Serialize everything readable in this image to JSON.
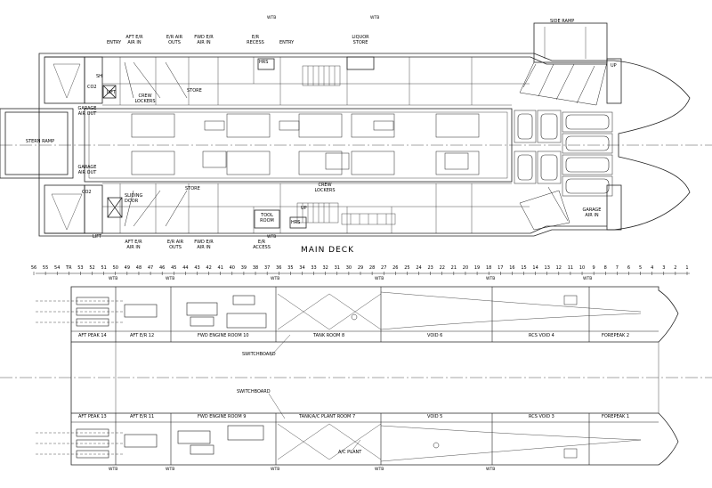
{
  "main_deck": {
    "title": "MAIN DECK",
    "wtb": [
      "WTB",
      "WTB",
      "WTB"
    ],
    "side_ramp": "SIDE RAMP",
    "stern_ramp": "STERN RAMP",
    "up": "UP",
    "labels_top": {
      "entry_a": "ENTRY",
      "aft_er_air_in": "AFT E/R AIR IN",
      "er_air_outs": "E/R AIR OUTS",
      "fwd_er_air_in": "FWD E/R AIR IN",
      "er_recess": "E/R RECESS",
      "entry_b": "ENTRY",
      "liquor_store": "LIQUOR STORE",
      "hrs": "HRS",
      "garage_air_out": "GARAGE AIR OUT",
      "crew_lockers": "CREW LOCKERS",
      "store": "STORE",
      "co2": "CO2",
      "sh": "SH",
      "lift": "LIFT"
    },
    "labels_bottom": {
      "garage_air_out": "GARAGE AIR OUT",
      "co2": "CO2",
      "store": "STORE",
      "sliding_door": "SLIDING DOOR",
      "lift": "LIFT",
      "aft_er_air_in": "AFT E/R AIR IN",
      "er_air_outs": "E/R AIR OUTS",
      "fwd_er_air_in": "FWD E/R AIR IN",
      "er_access": "E/R ACCESS",
      "tool_room": "TOOL ROOM",
      "hrs": "HRS",
      "crew_lockers": "CREW LOCKERS",
      "garage_air_in": "GARAGE AIR IN",
      "up": "UP"
    }
  },
  "frames": [
    "56",
    "55",
    "54",
    "TR",
    "53",
    "52",
    "51",
    "50",
    "49",
    "48",
    "47",
    "46",
    "45",
    "44",
    "43",
    "42",
    "41",
    "40",
    "39",
    "38",
    "37",
    "36",
    "35",
    "34",
    "33",
    "32",
    "31",
    "30",
    "29",
    "28",
    "27",
    "26",
    "25",
    "24",
    "23",
    "22",
    "21",
    "20",
    "19",
    "18",
    "17",
    "16",
    "15",
    "14",
    "13",
    "12",
    "11",
    "10",
    "9",
    "8",
    "7",
    "6",
    "5",
    "4",
    "3",
    "2",
    "1"
  ],
  "lower_hull": {
    "wtb_upper": [
      "WTB",
      "WTB",
      "WTB",
      "WTB",
      "WTB",
      "WTB"
    ],
    "wtb_lower": [
      "WTB",
      "WTB",
      "WTB",
      "WTB",
      "WTB"
    ],
    "upper_rooms": [
      "AFT PEAK 14",
      "AFT E/R 12",
      "FWD ENGINE ROOM 10",
      "TANK ROOM 8",
      "VOID 6",
      "RCS VOID 4",
      "FOREPEAK 2"
    ],
    "lower_rooms": [
      "AFT PEAK 13",
      "AFT E/R 11",
      "FWD ENGINE ROOM 9",
      "TANK/A/C PLANT ROOM 7",
      "VOID 5",
      "RCS VOID 3",
      "FOREPEAK 1"
    ],
    "switchboard_upper": "SWITCHBOARD",
    "switchboard_lower": "SWITCHBOARD",
    "ac_plant": "A/C PLANT"
  },
  "colors": {
    "line": "#222222",
    "background": "#ffffff"
  }
}
